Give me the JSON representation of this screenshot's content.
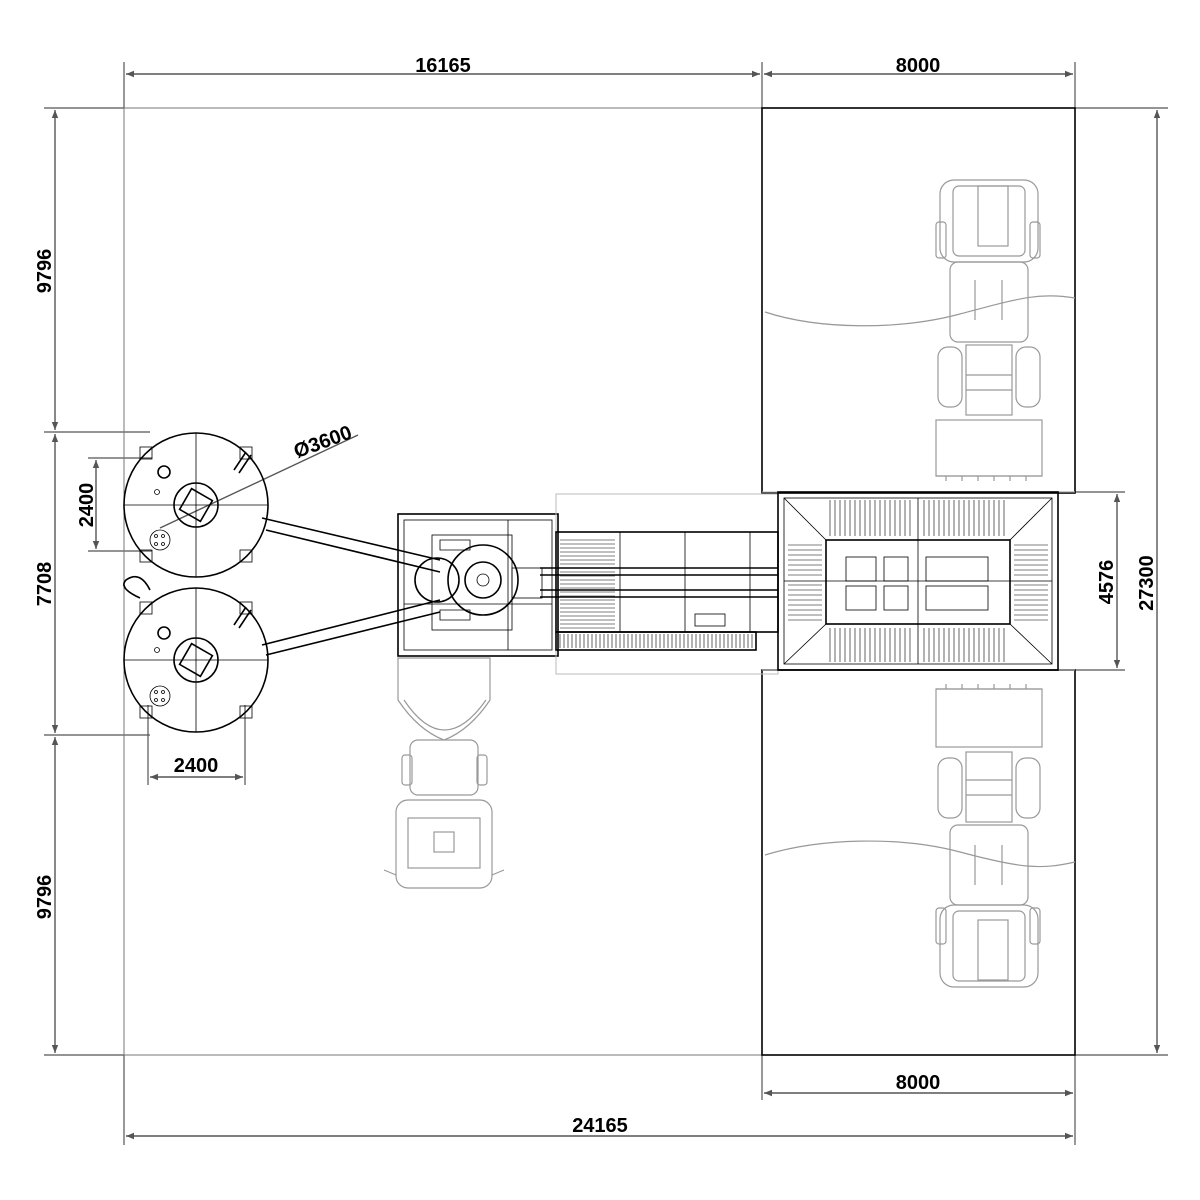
{
  "drawing": {
    "dimensions": {
      "top_left_width": "16165",
      "top_right_width": "8000",
      "left_top_height": "9796",
      "left_middle_height": "7708",
      "left_bottom_height": "9796",
      "tank_vertical": "2400",
      "tank_horizontal": "2400",
      "tank_diameter": "Ø3600",
      "center_height": "4576",
      "total_height": "27300",
      "bottom_right_width": "8000",
      "total_width": "24165"
    },
    "components": {
      "cement_silos": 2,
      "wheel_loaders": 2,
      "mixer_truck": 1,
      "aggregate_bins": 1,
      "conveyor": 1
    }
  }
}
